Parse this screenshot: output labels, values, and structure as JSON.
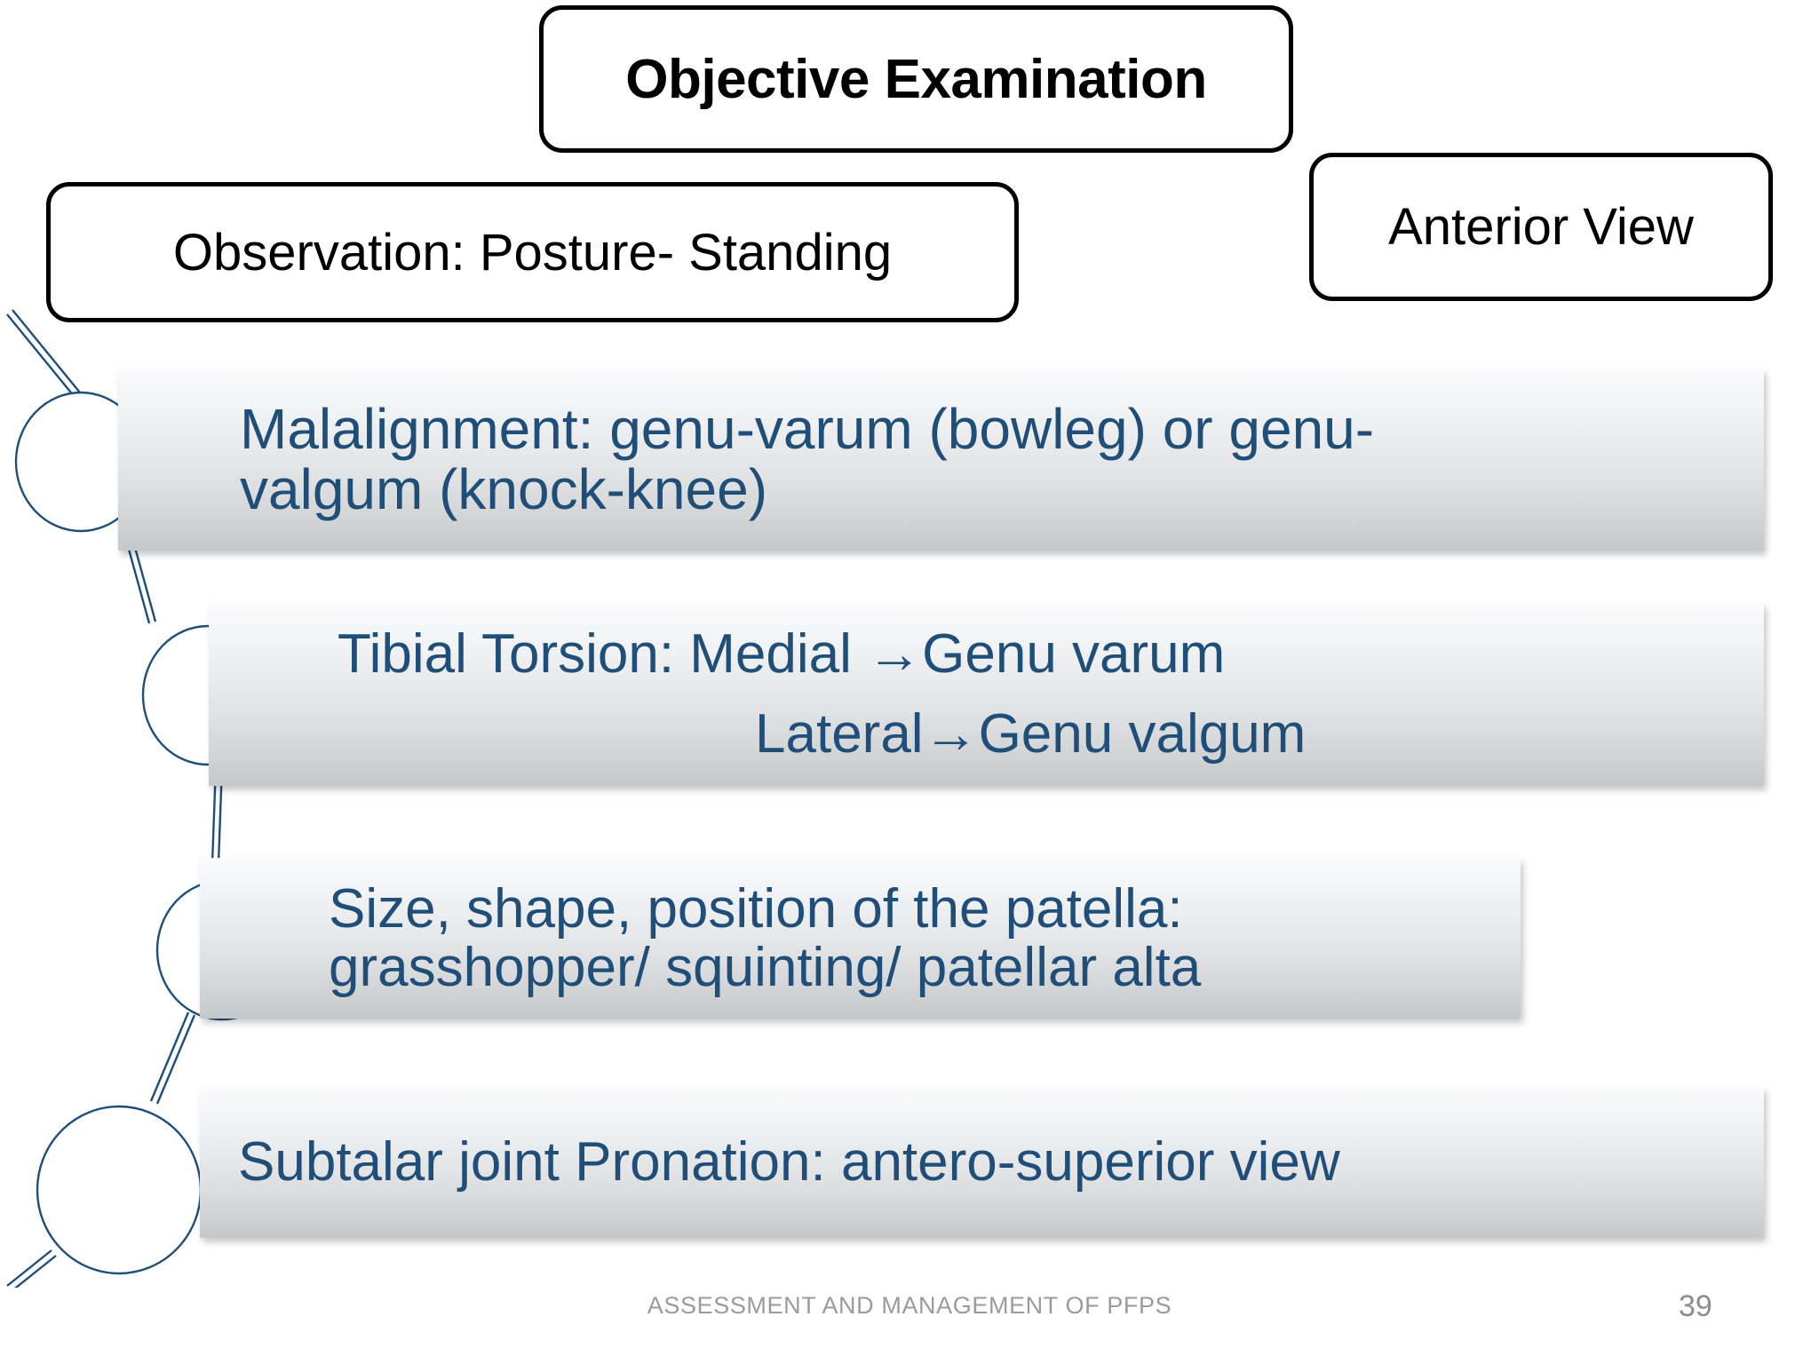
{
  "slide": {
    "title": "Objective Examination",
    "observation_label": "Observation: Posture- Standing",
    "view_label": "Anterior View",
    "accent_color": "#1f4e79",
    "outline_color": "#000000",
    "bar_text_color": "#1f4e79"
  },
  "bars": [
    {
      "id": "bar-1",
      "lines": [
        "Malalignment: genu-varum (bowleg) or genu-",
        "valgum (knock-knee)"
      ]
    },
    {
      "id": "bar-2",
      "lines": [
        "Tibial Torsion: Medial →Genu varum",
        "Lateral→Genu valgum"
      ]
    },
    {
      "id": "bar-3",
      "lines": [
        "Size, shape, position of the patella:",
        "grasshopper/ squinting/ patellar alta"
      ]
    },
    {
      "id": "bar-4",
      "lines": [
        "Subtalar joint Pronation: antero-superior view"
      ]
    }
  ],
  "footer": {
    "text": "ASSESSMENT AND MANAGEMENT OF PFPS",
    "page_number": "39"
  }
}
